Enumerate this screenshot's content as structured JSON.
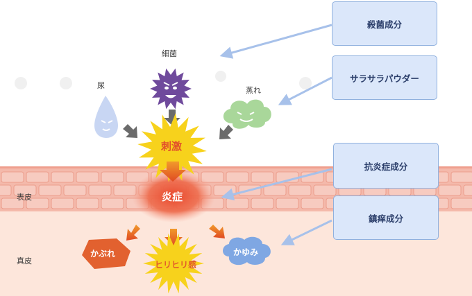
{
  "sources": {
    "germ": "細菌",
    "urine": "尿",
    "moisture": "蒸れ"
  },
  "center": {
    "stimulus": "刺激",
    "inflammation": "炎症"
  },
  "layers": {
    "epidermis": "表皮",
    "dermis": "真皮"
  },
  "symptoms": {
    "rash": "かぶれ",
    "burning": "ヒリヒリ感",
    "itch": "かゆみ"
  },
  "ingredients": [
    {
      "label": "殺菌成分"
    },
    {
      "label": "サラサラパウダー"
    },
    {
      "label": "抗炎症成分"
    },
    {
      "label": "鎮痒成分"
    }
  ],
  "colors": {
    "skin_layer": "#f4b9ab",
    "dermis_bg": "#fde6db",
    "germ": "#6f4a9c",
    "stimulus_burst": "#f7d21c",
    "inflammation": "#ea5a3b",
    "box_fill": "#dbe7fa",
    "arrow_blue": "#a7c1ea"
  }
}
